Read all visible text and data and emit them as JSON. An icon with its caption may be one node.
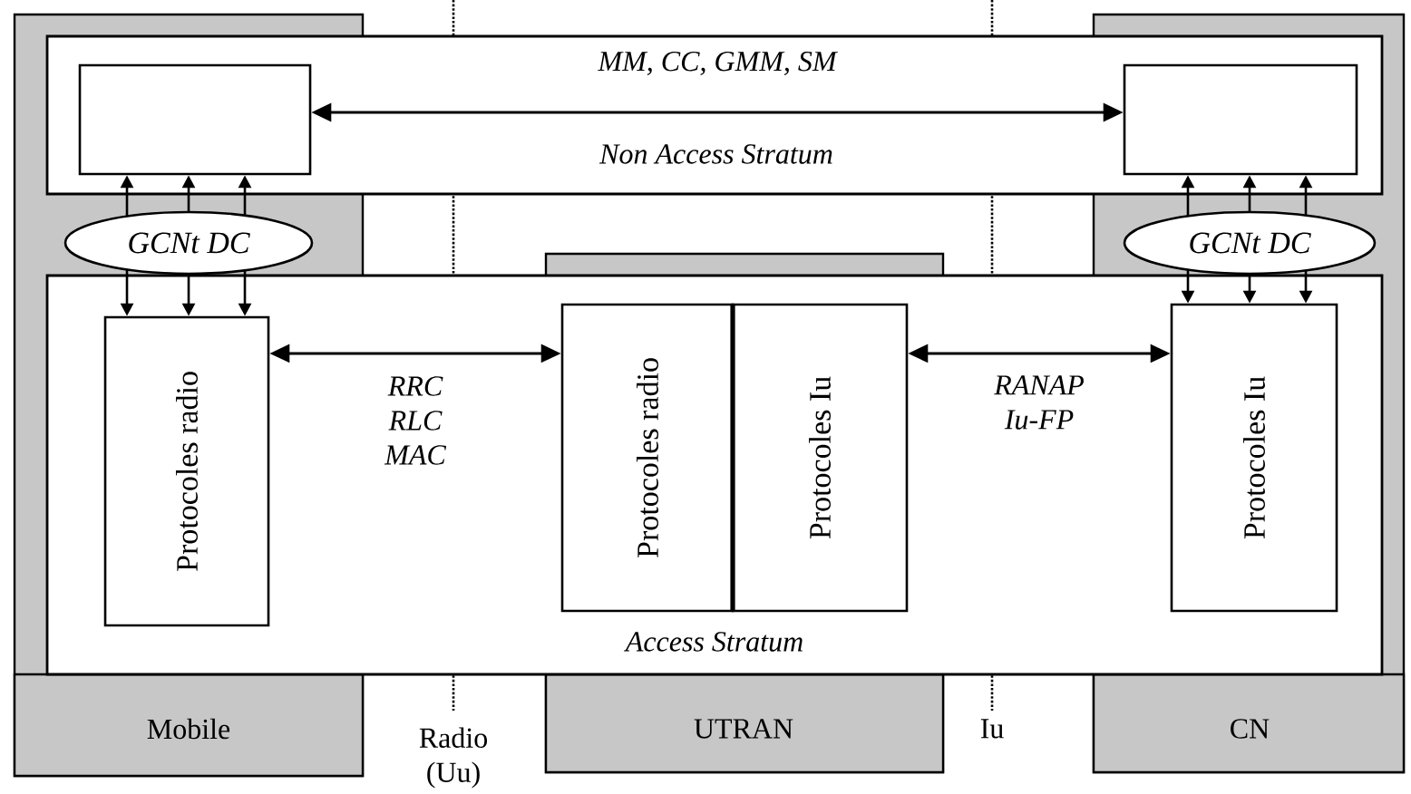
{
  "diagram": {
    "nodes": [
      {
        "text": [
          "Mobile"
        ]
      },
      {
        "text": [
          "UTRAN"
        ]
      },
      {
        "text": [
          "CN"
        ]
      },
      {
        "text": [
          "Non Access Stratum"
        ]
      },
      {
        "text": [],
        "shape": "box",
        "in": 3
      },
      {
        "text": [],
        "shape": "box",
        "in": 3
      },
      {
        "text": [
          "GCNt DC"
        ]
      },
      {
        "text": [
          "GCNt DC"
        ]
      },
      {
        "text": [
          "Access Stratum"
        ]
      },
      {
        "text": [
          "Protocoles radio"
        ],
        "in": 8
      },
      {
        "text": [
          "Protocoles radio"
        ],
        "in": 8
      },
      {
        "text": [
          "Protocoles Iu"
        ],
        "in": 8
      },
      {
        "text": [
          "Protocoles Iu"
        ],
        "in": 8
      }
    ],
    "edges": [
      {
        "from": 4,
        "to": 5,
        "arrow": "both",
        "label": "MM, CC, GMM, SM"
      },
      {
        "from": 6,
        "to": 4,
        "arrow": "to"
      },
      {
        "from": 6,
        "to": 4,
        "arrow": "to"
      },
      {
        "from": 6,
        "to": 4,
        "arrow": "to"
      },
      {
        "from": 6,
        "to": 9,
        "arrow": "to"
      },
      {
        "from": 6,
        "to": 9,
        "arrow": "to"
      },
      {
        "from": 6,
        "to": 9,
        "arrow": "to"
      },
      {
        "from": 7,
        "to": 5,
        "arrow": "to"
      },
      {
        "from": 7,
        "to": 5,
        "arrow": "to"
      },
      {
        "from": 7,
        "to": 5,
        "arrow": "to"
      },
      {
        "from": 7,
        "to": 12,
        "arrow": "to"
      },
      {
        "from": 7,
        "to": 12,
        "arrow": "to"
      },
      {
        "from": 7,
        "to": 12,
        "arrow": "to"
      },
      {
        "from": 9,
        "to": 10,
        "arrow": "both",
        "label": "RRC RLC MAC"
      },
      {
        "from": 11,
        "to": 12,
        "arrow": "both",
        "label": "RANAP Iu-FP"
      }
    ],
    "labels": [
      "Radio (Uu)",
      "Iu"
    ]
  }
}
